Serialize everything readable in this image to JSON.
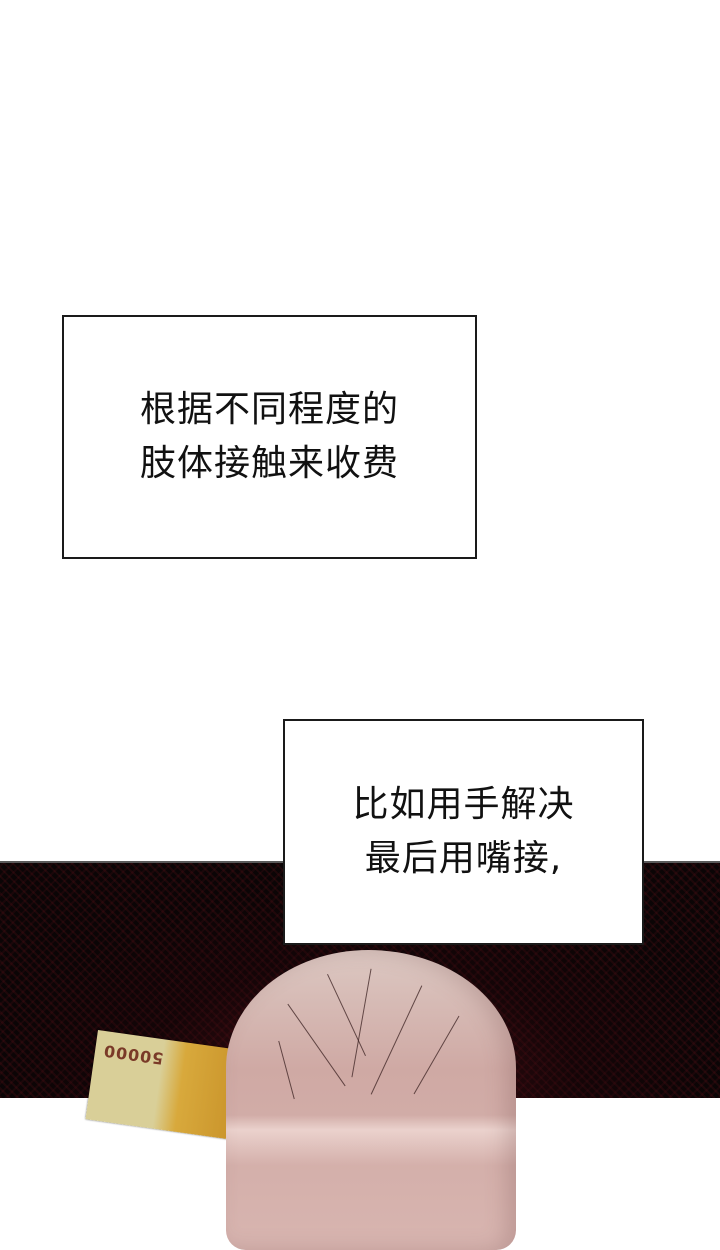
{
  "panel": {
    "background_top": "#ffffff",
    "background_scene": "#0b0506",
    "accent_red": "#6e141e"
  },
  "captions": [
    {
      "id": "caption-1",
      "lines": [
        "根据不同程度的",
        "肢体接触来收费"
      ]
    },
    {
      "id": "caption-2",
      "lines": [
        "比如用手解决",
        "最后用嘴接,"
      ]
    }
  ],
  "scene": {
    "banknote_value": "50000",
    "character": "light-haired person, top of head visible"
  }
}
